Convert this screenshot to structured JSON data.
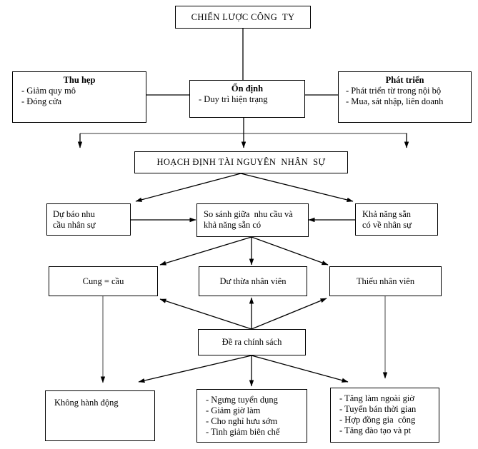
{
  "diagram": {
    "title_box": {
      "text": "CHIẾN LƯỢC CÔNG  TY"
    },
    "strategy": {
      "shrink": {
        "header": "Thu hẹp",
        "items": [
          "- Giảm quy mô",
          "- Đóng cửa"
        ]
      },
      "stable": {
        "header": "Ổn định",
        "items": [
          "- Duy trì hiện trạng"
        ]
      },
      "growth": {
        "header": "Phát triển",
        "items": [
          "- Phát triển từ trong nội bộ",
          "- Mua, sát nhập, liên doanh"
        ]
      }
    },
    "hr_planning": {
      "text": "HOẠCH ĐỊNH TÀI NGUYÊN  NHÂN  SỰ"
    },
    "analysis": {
      "forecast": {
        "lines": [
          "Dự báo nhu",
          "cầu nhân sự"
        ]
      },
      "comparison": {
        "lines": [
          "So sánh giữa  nhu cầu và",
          "khả năng sẵn có"
        ]
      },
      "supply": {
        "lines": [
          "Khả năng sẵn",
          "có về nhân sự"
        ]
      }
    },
    "outcomes": {
      "balanced": {
        "text": "Cung = cầu"
      },
      "surplus": {
        "text": "Dư thừa nhân viên"
      },
      "shortage": {
        "text": "Thiếu nhân viên"
      }
    },
    "policy": {
      "text": "Đề ra chính sách"
    },
    "actions": {
      "none": {
        "lines": [
          "Không hành động"
        ]
      },
      "surplus": {
        "lines": [
          "- Ngưng tuyển dụng",
          "- Giảm giờ làm",
          "- Cho nghỉ hưu sớm",
          "- Tinh giảm biên chế"
        ]
      },
      "shortage": {
        "lines": [
          "- Tăng làm ngoài giờ",
          "- Tuyển bán thời gian",
          "- Hợp đồng gia  công",
          "- Tăng đào tạo và pt"
        ]
      }
    }
  }
}
